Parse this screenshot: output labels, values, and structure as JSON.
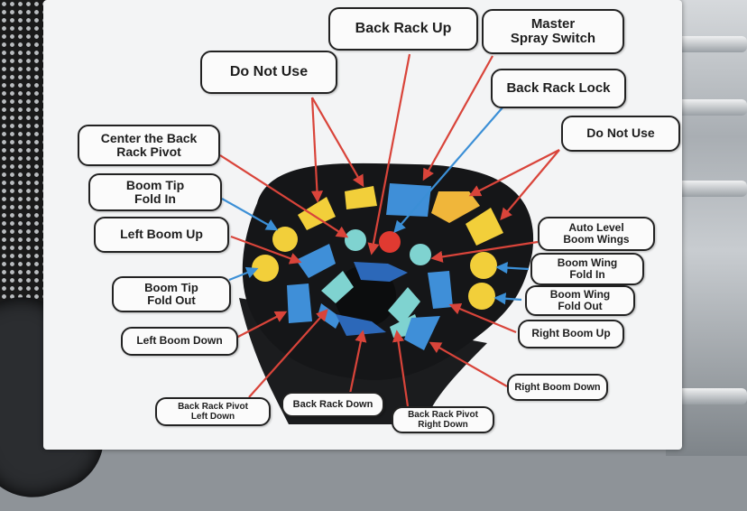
{
  "labels": {
    "back_rack_up": "Back Rack Up",
    "master_spray_switch": "Master\nSpray Switch",
    "do_not_use_top": "Do Not Use",
    "back_rack_lock": "Back Rack Lock",
    "do_not_use_right": "Do Not Use",
    "center_back_rack_pivot": "Center the Back\nRack Pivot",
    "boom_tip_fold_in": "Boom Tip\nFold In",
    "left_boom_up": "Left Boom Up",
    "auto_level_boom_wings": "Auto Level\nBoom Wings",
    "boom_wing_fold_in": "Boom Wing\nFold In",
    "boom_tip_fold_out": "Boom Tip\nFold Out",
    "boom_wing_fold_out": "Boom Wing\nFold Out",
    "left_boom_down": "Left Boom Down",
    "right_boom_up": "Right Boom Up",
    "right_boom_down": "Right Boom Down",
    "back_rack_pivot_left_down": "Back Rack Pivot\nLeft Down",
    "back_rack_down": "Back Rack Down",
    "back_rack_pivot_right_down": "Back Rack Pivot\nRight Down"
  },
  "colors": {
    "arrow_red": "#d9443a",
    "arrow_blue": "#3b8fd6",
    "button_yellow": "#f2cf3a",
    "button_orange": "#f0b63a",
    "button_blue": "#3f8fd8",
    "button_teal": "#7fd3d0",
    "button_red": "#e03a31",
    "button_navy": "#2c68b9",
    "pad_black": "#151618"
  }
}
